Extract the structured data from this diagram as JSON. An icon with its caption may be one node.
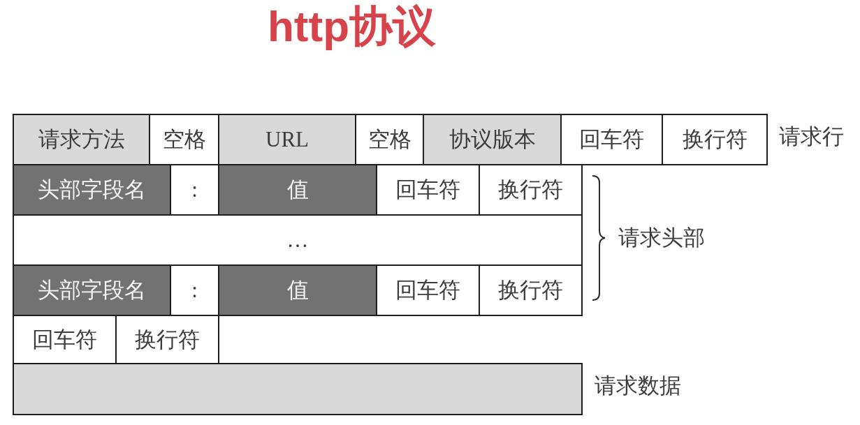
{
  "diagram": {
    "title": "http协议",
    "nodes": [
      {
        "text": [
          "请求方法"
        ]
      },
      {
        "text": [
          "空格"
        ]
      },
      {
        "text": [
          "URL"
        ]
      },
      {
        "text": [
          "空格"
        ]
      },
      {
        "text": [
          "协议版本"
        ]
      },
      {
        "text": [
          "回车符"
        ]
      },
      {
        "text": [
          "换行符"
        ]
      },
      {
        "text": [
          "头部字段名"
        ]
      },
      {
        "text": [
          ":"
        ]
      },
      {
        "text": [
          "值"
        ]
      },
      {
        "text": [
          "回车符"
        ]
      },
      {
        "text": [
          "换行符"
        ]
      },
      {
        "text": [
          "…"
        ]
      },
      {
        "text": [
          "头部字段名"
        ]
      },
      {
        "text": [
          ":"
        ]
      },
      {
        "text": [
          "值"
        ]
      },
      {
        "text": [
          "回车符"
        ]
      },
      {
        "text": [
          "换行符"
        ]
      },
      {
        "text": [
          "回车符"
        ]
      },
      {
        "text": [
          "换行符"
        ]
      },
      {
        "text": [],
        "shape": "bar"
      }
    ],
    "labels": [
      "请求行",
      "请求头部",
      "请求数据"
    ]
  }
}
